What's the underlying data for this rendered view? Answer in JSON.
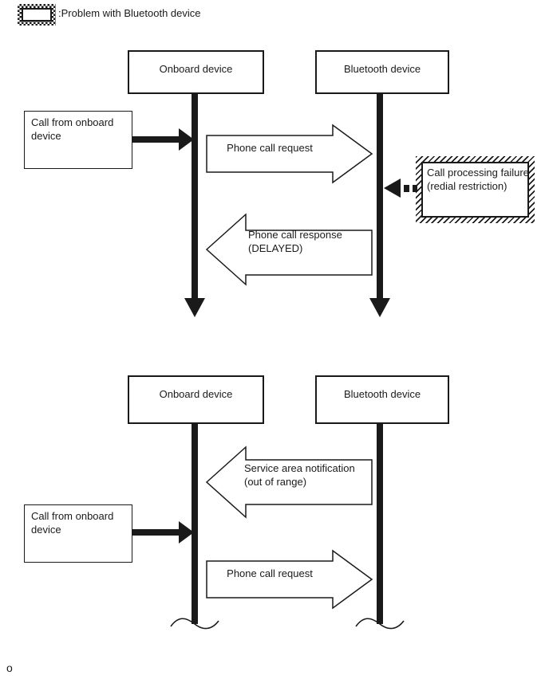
{
  "colors": {
    "ink": "#1a1a1a",
    "bg": "#ffffff"
  },
  "legend": {
    "label": ":Problem with Bluetooth device"
  },
  "diagram1": {
    "actor_left": "Onboard device",
    "actor_right": "Bluetooth device",
    "call_box": {
      "line1": "Call from onboard",
      "line2": "device"
    },
    "request_arrow_label": "Phone call request",
    "failure_box": {
      "line1": "Call processing failure",
      "line2": "(redial restriction)"
    },
    "response_arrow": {
      "line1": "Phone call response",
      "line2": "(DELAYED)"
    }
  },
  "diagram2": {
    "actor_left": "Onboard device",
    "actor_right": "Bluetooth device",
    "service_arrow": {
      "line1": "Service area notification",
      "line2": "(out of range)"
    },
    "call_box": {
      "line1": "Call from onboard",
      "line2": "device"
    },
    "request_arrow_label": "Phone call request"
  },
  "footer": {
    "marker": "o"
  }
}
